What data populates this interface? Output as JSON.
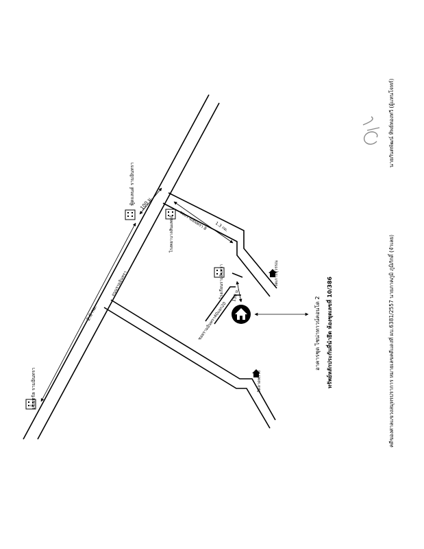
{
  "map": {
    "roads": {
      "main": "ถนนรามอินทรา",
      "soi": "ซอยรามอินทรา40แยก20"
    },
    "distances": {
      "main_road": "2.6 กม.",
      "to_big_c": "100 ม.",
      "soi_8": "ซอยรามอินทรา 8",
      "soi_km": "1.3 กม.",
      "to_site": "150 ม."
    },
    "landmarks": {
      "central": "เซ็นทรัล รามอินทรา",
      "big_c": "ฟู้ดแลนด์ รามอินทรา",
      "hospital": "โรงพยาบาลสินแพทย์",
      "school": "โรงเรียนรามอินทรา",
      "temple_north": "วัดเกาะสุวรรณ",
      "temple_south": "วัดลาดพร้าว"
    },
    "property": {
      "title": "อาคารชุด ไชน่าทาวน์คอนโด 2",
      "subtitle": "ทรัพย์หลักประกันที่นำยึด ห้องชุดเลขที่ 10/386"
    },
    "footer": {
      "case_text": "คดีของศาลแขวงสมุทรปราการ หมายเลขคดีแดงที่ ผบ.6381/2557 นายภาคภูมิ ภูมิภักดิ์ (จำเลย)",
      "signer": "นายกันตพัฒน์ ทิพย์ทองทวี (ผู้แทนโจทก์)"
    }
  }
}
